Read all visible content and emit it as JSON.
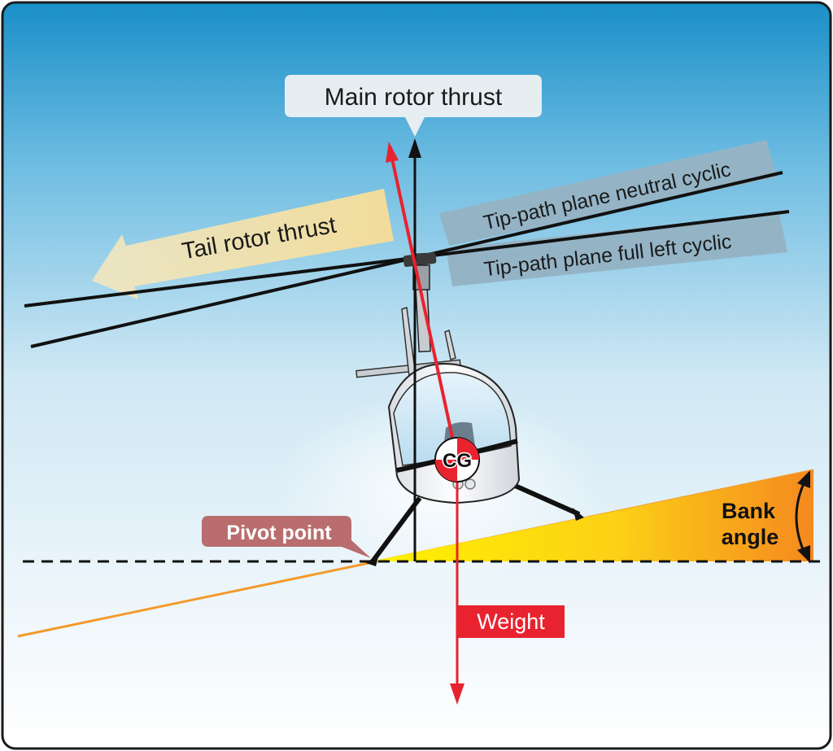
{
  "labels": {
    "main_rotor_thrust": "Main rotor thrust",
    "tail_rotor_thrust": "Tail rotor thrust",
    "tip_path_neutral": "Tip-path plane neutral cyclic",
    "tip_path_full_left": "Tip-path plane full left cyclic",
    "cg": "CG",
    "pivot_point": "Pivot point",
    "weight": "Weight",
    "bank_line1": "Bank",
    "bank_line2": "angle"
  },
  "colors": {
    "sky_top": "#1a8fc8",
    "sky_bottom": "#ffffff",
    "thrust_callout": "#e6eef2",
    "tail_arrow": "#f3dfa6",
    "tip_path_callout": "#94b4c6",
    "pivot_callout": "#b96d6e",
    "weight_callout": "#e8232f",
    "resultant_arrow": "#e8232f",
    "bank_wedge_start": "#fff200",
    "bank_wedge_end": "#f58a1f",
    "slope_line": "#f39a2b"
  },
  "icons": {
    "helicopter": "helicopter-front-view",
    "cg_marker": "center-of-gravity-symbol"
  }
}
